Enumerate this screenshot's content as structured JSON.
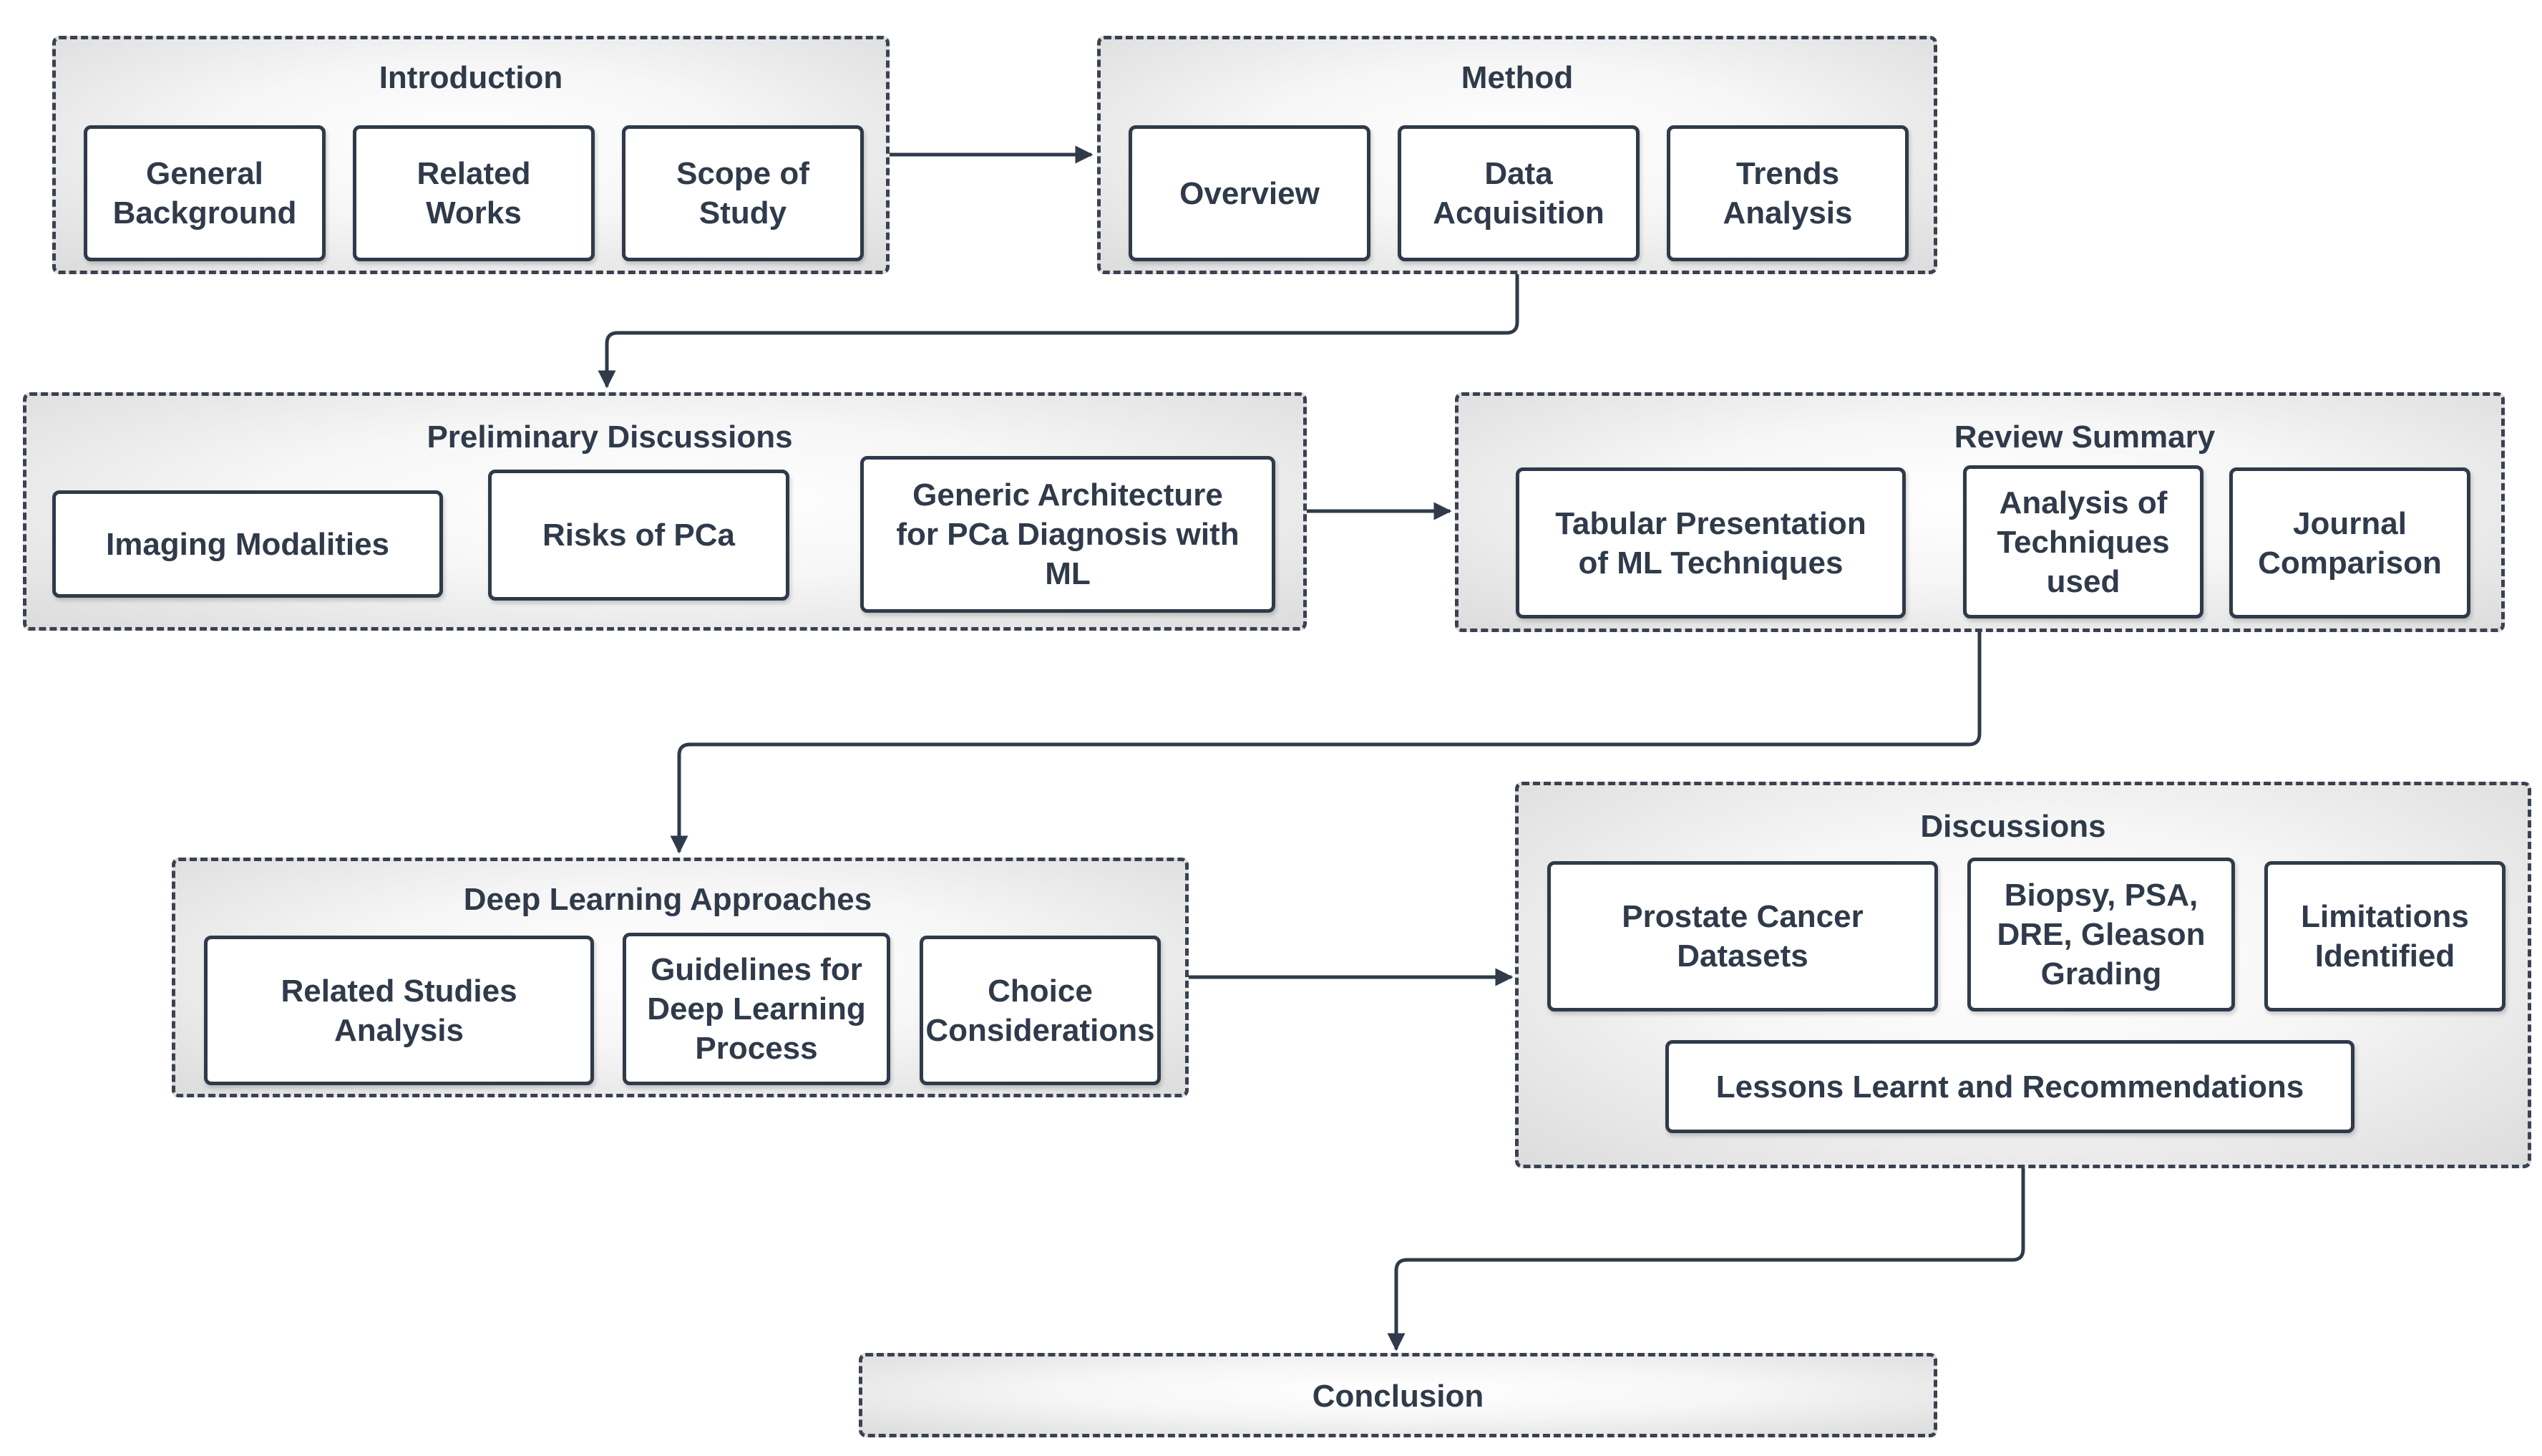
{
  "sections": {
    "introduction": {
      "title": "Introduction",
      "items": [
        "General\nBackground",
        "Related\nWorks",
        "Scope of\nStudy"
      ]
    },
    "method": {
      "title": "Method",
      "items": [
        "Overview",
        "Data\nAcquisition",
        "Trends\nAnalysis"
      ]
    },
    "preliminary": {
      "title": "Preliminary Discussions",
      "items": [
        "Imaging Modalities",
        "Risks of PCa",
        "Generic Architecture\nfor PCa Diagnosis with\nML"
      ]
    },
    "review": {
      "title": "Review Summary",
      "items": [
        "Tabular Presentation\nof ML Techniques",
        "Analysis of\nTechniques\nused",
        "Journal\nComparison"
      ]
    },
    "deep_learning": {
      "title": "Deep Learning Approaches",
      "items": [
        "Related Studies\nAnalysis",
        "Guidelines for\nDeep Learning\nProcess",
        "Choice\nConsiderations"
      ]
    },
    "discussions": {
      "title": "Discussions",
      "items": [
        "Prostate Cancer\nDatasets",
        "Biopsy, PSA,\nDRE, Gleason\nGrading",
        "Limitations\nIdentified",
        "Lessons Learnt and Recommendations"
      ]
    },
    "conclusion": {
      "title": "Conclusion"
    }
  },
  "colors": {
    "stroke": "#2f3a4a",
    "dash": "#3a4250",
    "fill": "#ffffff"
  }
}
